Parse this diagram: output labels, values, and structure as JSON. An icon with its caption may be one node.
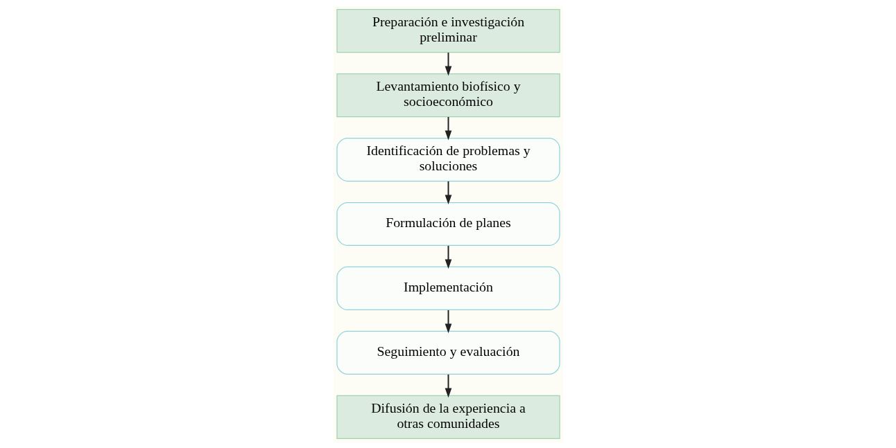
{
  "diagram": {
    "nodes": [
      {
        "text": [
          "Preparación e investigación preliminar"
        ]
      },
      {
        "text": [
          "Levantamiento biofísico y socioeconómico"
        ]
      },
      {
        "text": [
          "Identificación de problemas y soluciones"
        ]
      },
      {
        "text": [
          "Formulación de planes"
        ]
      },
      {
        "text": [
          "Implementación"
        ]
      },
      {
        "text": [
          "Seguimiento y evaluación"
        ]
      },
      {
        "text": [
          "Difusión de la experiencia a otras comunidades"
        ]
      }
    ],
    "edges": [
      {
        "from": 0,
        "to": 1,
        "arrow": "to"
      },
      {
        "from": 1,
        "to": 2,
        "arrow": "to"
      },
      {
        "from": 2,
        "to": 3,
        "arrow": "to"
      },
      {
        "from": 3,
        "to": 4,
        "arrow": "to"
      },
      {
        "from": 4,
        "to": 5,
        "arrow": "to"
      },
      {
        "from": 5,
        "to": 6,
        "arrow": "to"
      }
    ]
  }
}
